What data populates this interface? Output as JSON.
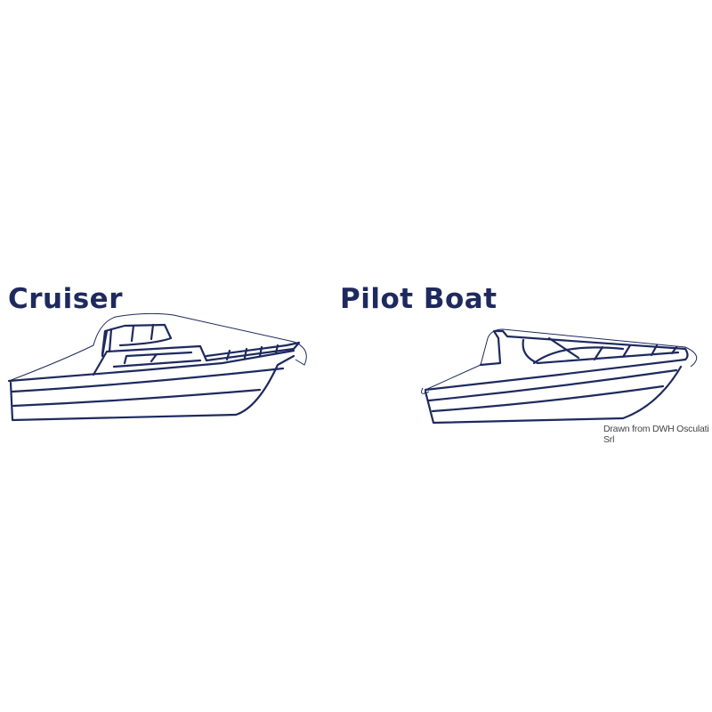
{
  "labels": {
    "cruiser": "Cruiser",
    "pilot_boat": "Pilot Boat"
  },
  "credit": "Drawn from DWH Osculati Srl",
  "colors": {
    "line": "#1e2a5e",
    "background": "#ffffff"
  }
}
